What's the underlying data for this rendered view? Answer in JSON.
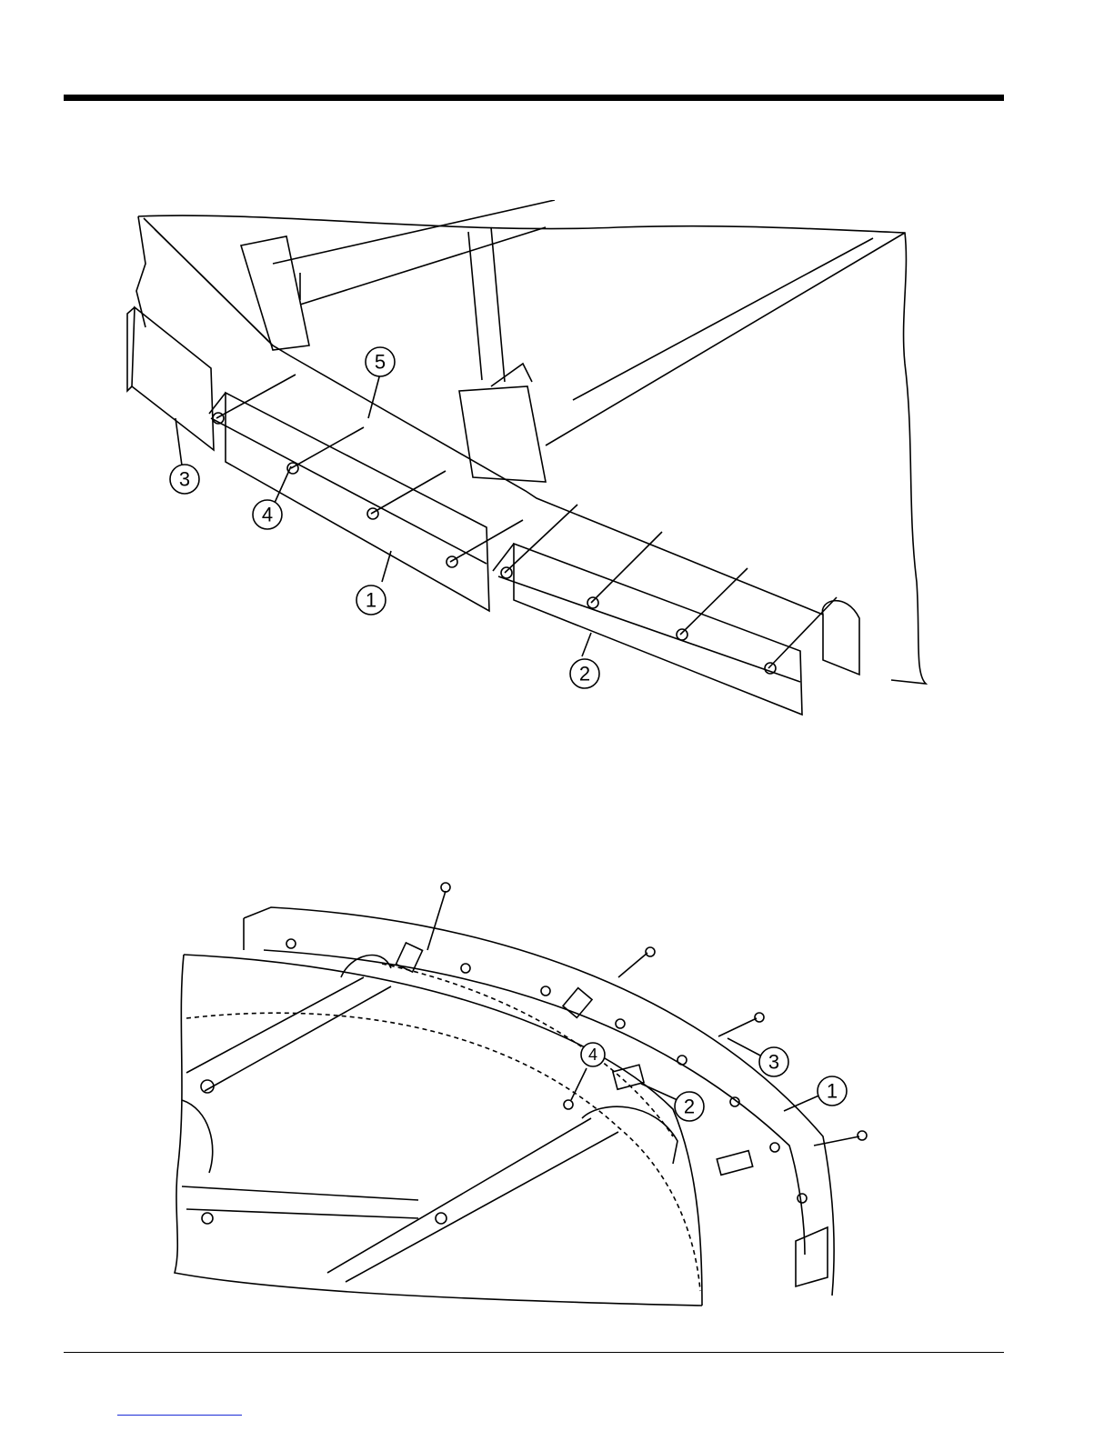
{
  "figure1": {
    "callouts": [
      "1",
      "2",
      "3",
      "4",
      "5"
    ]
  },
  "figure2": {
    "callouts": [
      "1",
      "2",
      "3",
      "4"
    ]
  },
  "footer": {
    "link_text": ""
  }
}
